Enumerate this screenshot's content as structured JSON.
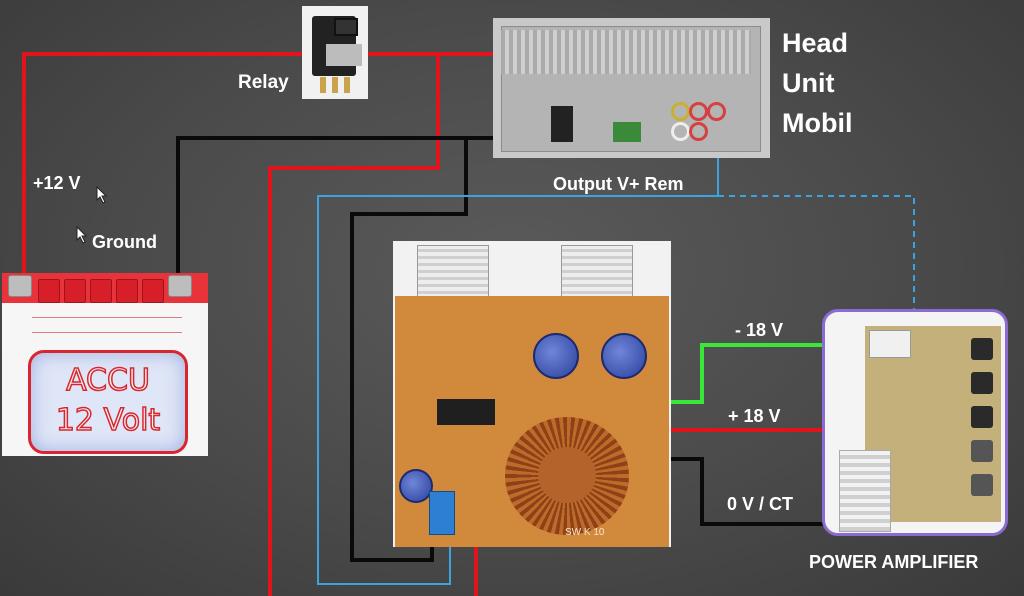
{
  "labels": {
    "head_unit_line1": "Head",
    "head_unit_line2": "Unit",
    "head_unit_line3": "Mobil",
    "relay": "Relay",
    "plus12v": "+12 V",
    "ground": "Ground",
    "output_rem": "Output V+ Rem",
    "minus18v": "- 18 V",
    "plus18v": "+ 18 V",
    "zero_ct": "0 V / CT",
    "power_amplifier": "POWER  AMPLIFIER"
  },
  "battery": {
    "line1": "ACCU",
    "line2": "12 Volt"
  },
  "board_silk": "SW K 10",
  "wire_colors": {
    "positive": "#e1131d",
    "ground": "#0a0a0a",
    "remote": "#3aa3e0",
    "negative18": "#39e639"
  }
}
